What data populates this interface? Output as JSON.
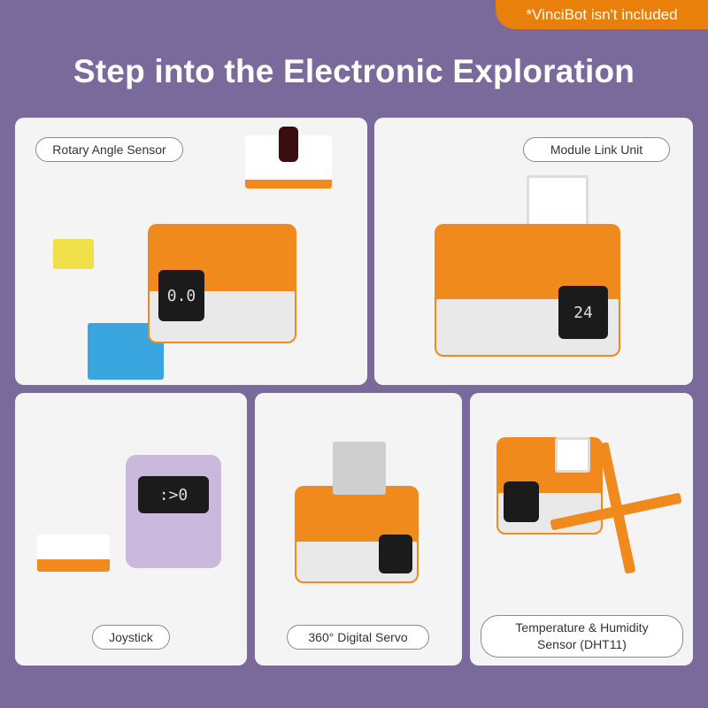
{
  "badge": "*VinciBot isn't included",
  "title": "Step into the Electronic Exploration",
  "cards": [
    {
      "label": "Rotary Angle Sensor",
      "screen": "0.0"
    },
    {
      "label": "Module Link Unit",
      "screen": "24"
    },
    {
      "label": "Joystick",
      "screen": ":>0"
    },
    {
      "label": "360° Digital Servo"
    },
    {
      "label": "Temperature & Humidity Sensor (DHT11)"
    }
  ],
  "colors": {
    "background": "#7a6a9b",
    "accent": "#ea800c",
    "card": "#f4f4f4"
  }
}
